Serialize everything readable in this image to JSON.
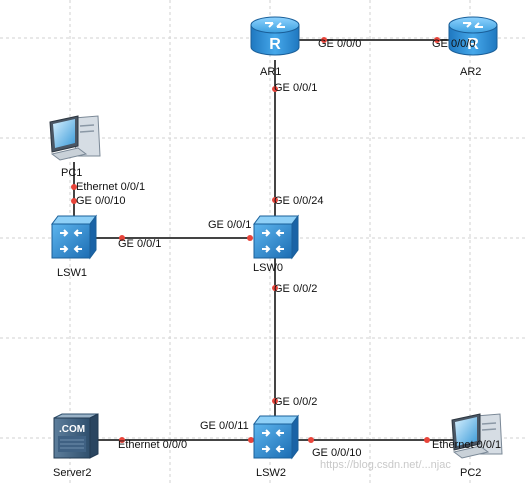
{
  "devices": {
    "ar1": "AR1",
    "ar2": "AR2",
    "pc1": "PC1",
    "lsw1": "LSW1",
    "lsw0": "LSW0",
    "server2": "Server2",
    "lsw2": "LSW2",
    "pc2": "PC2"
  },
  "ports": {
    "ar1_ge000": "GE 0/0/0",
    "ar2_ge000": "GE 0/0/0",
    "ar1_ge001": "GE 0/0/1",
    "pc1_eth": "Ethernet 0/0/1",
    "lsw1_ge0010": "GE 0/0/10",
    "lsw0_ge0024": "GE 0/0/24",
    "lsw0_ge001": "GE 0/0/1",
    "lsw1_ge001": "GE 0/0/1",
    "lsw0_ge002": "GE 0/0/2",
    "lsw2_ge002": "GE 0/0/2",
    "lsw2_ge0011": "GE 0/0/11",
    "server2_eth": "Ethernet 0/0/0",
    "lsw2_ge0010": "GE 0/0/10",
    "pc2_eth": "Ethernet 0/0/1"
  },
  "server_badge": ".COM",
  "watermark": "https://blog.csdn.net/...njac",
  "colors": {
    "link": "#444444",
    "port_dot": "#e8443a",
    "router": "#2e8ed1",
    "switch": "#2e7fc4",
    "grid": "#d2d2d2"
  }
}
